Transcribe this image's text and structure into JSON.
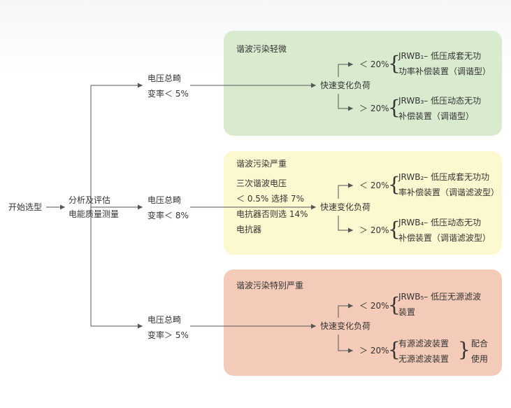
{
  "start": "开始选型",
  "analyze": [
    "分析及评估",
    "电能质量测量"
  ],
  "branches": [
    {
      "thd": [
        "电压总畸",
        "变率＜ 5%"
      ],
      "zone_title": "谐波污染轻微",
      "zone_color": "#d9ebcf",
      "fast_load": "快速变化负荷",
      "conditions": {
        "low": "＜ 20%",
        "high": "＞ 20%"
      },
      "low_result": [
        "JRWB₁– 低压成套无功",
        "功率补偿装置（调谐型）"
      ],
      "high_result": [
        "JRWB₃– 低压动态无功",
        "补偿装置（调谐型）"
      ]
    },
    {
      "thd": [
        "电压总畸",
        "变率＜ 8%"
      ],
      "zone_title": "谐波污染严重",
      "zone_color": "#fcf8cf",
      "note": [
        "三次谐波电压",
        "＜ 0.5% 选择 7%",
        "电抗器否则选 14%",
        "电抗器"
      ],
      "fast_load": "快速变化负荷",
      "conditions": {
        "low": "＜ 20%",
        "high": "＞ 20%"
      },
      "low_result": [
        "JRWB₂– 低压成套无功功",
        "率补偿装置（调谐滤波型）"
      ],
      "high_result": [
        "JRWB₄– 低压动态无功",
        "补偿装置（调谐滤波型）"
      ]
    },
    {
      "thd": [
        "电压总畸",
        "变率＞ 5%"
      ],
      "zone_title": "谐波污染特别严重",
      "zone_color": "#f3cbb8",
      "fast_load": "快速变化负荷",
      "conditions": {
        "low": "＜ 20%",
        "high": "＞ 20%"
      },
      "low_result": [
        "JRWB₅– 低压无源滤波",
        "装置"
      ],
      "high_result": [
        "有源滤波装置",
        "无源滤波装置"
      ],
      "combined": [
        "配合",
        "使用"
      ]
    }
  ]
}
